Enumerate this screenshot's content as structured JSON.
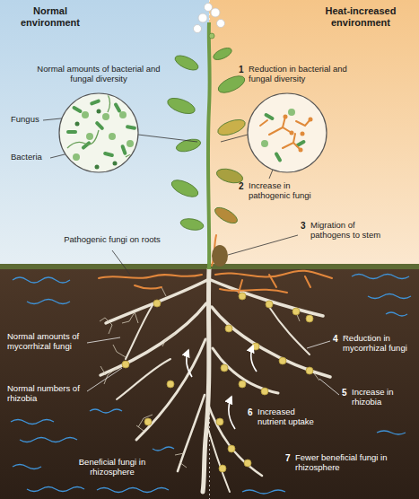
{
  "diagram": {
    "nodes": [
      {
        "text": [
          "Normal environment"
        ]
      },
      {
        "text": [
          "Heat-increased environment"
        ]
      }
    ],
    "labels": [
      "Normal amounts of bacterial and fungal diversity",
      "Fungus",
      "Bacteria",
      "1",
      "Reduction in bacterial and fungal diversity",
      "2",
      "Increase in pathogenic fungi",
      "Pathogenic fungi on roots",
      "3",
      "Migration of pathogens to stem",
      "Normal amounts of mycorrhizal fungi",
      "4",
      "Reduction in mycorrhizal fungi",
      "Normal numbers of rhizobia",
      "5",
      "Increase in rhizobia",
      "6",
      "Increased nutrient uptake",
      "Beneficial fungi in rhizosphere",
      "7",
      "Fewer beneficial fungi in rhizosphere"
    ]
  }
}
